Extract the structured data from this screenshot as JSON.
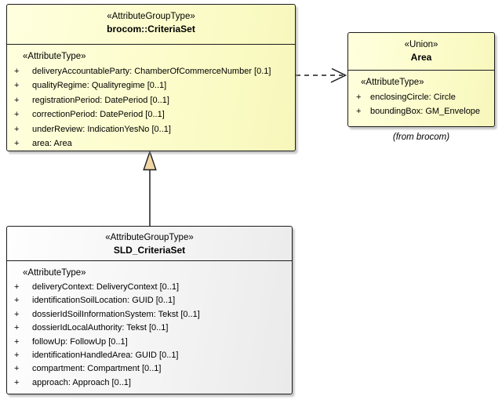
{
  "diagram": {
    "classes": {
      "criteria_set": {
        "stereotype": "«AttributeGroupType»",
        "name": "brocom::CriteriaSet",
        "section": "«AttributeType»",
        "attributes": [
          {
            "vis": "+",
            "text": "deliveryAccountableParty: ChamberOfCommerceNumber [0.1]"
          },
          {
            "vis": "+",
            "text": "qualityRegime: Qualityregime [0..1]"
          },
          {
            "vis": "+",
            "text": "registrationPeriod: DatePeriod [0..1]"
          },
          {
            "vis": "+",
            "text": "correctionPeriod: DatePeriod [0..1]"
          },
          {
            "vis": "+",
            "text": "underReview: IndicationYesNo [0..1]"
          },
          {
            "vis": "+",
            "text": "area: Area"
          }
        ]
      },
      "area": {
        "stereotype": "«Union»",
        "name": "Area",
        "section": "«AttributeType»",
        "attributes": [
          {
            "vis": "+",
            "text": "enclosingCircle: Circle"
          },
          {
            "vis": "+",
            "text": "boundingBox: GM_Envelope"
          }
        ],
        "note": "(from brocom)"
      },
      "sld_criteria_set": {
        "stereotype": "«AttributeGroupType»",
        "name": "SLD_CriteriaSet",
        "section": "«AttributeType»",
        "attributes": [
          {
            "vis": "+",
            "text": "deliveryContext: DeliveryContext [0..1]"
          },
          {
            "vis": "+",
            "text": "identificationSoilLocation: GUID [0..1]"
          },
          {
            "vis": "+",
            "text": "dossierIdSoilInformationSystem: Tekst [0..1]"
          },
          {
            "vis": "+",
            "text": "dossierIdLocalAuthority: Tekst [0..1]"
          },
          {
            "vis": "+",
            "text": "followUp: FollowUp [0..1]"
          },
          {
            "vis": "+",
            "text": "identificationHandledArea: GUID [0..1]"
          },
          {
            "vis": "+",
            "text": "compartment: Compartment [0..1]"
          },
          {
            "vis": "+",
            "text": "approach: Approach [0..1]"
          }
        ]
      }
    },
    "connectors": [
      {
        "type": "generalization",
        "source": "SLD_CriteriaSet",
        "target": "brocom::CriteriaSet"
      },
      {
        "type": "dependency",
        "source": "brocom::CriteriaSet",
        "target": "Area"
      }
    ],
    "colors": {
      "class_fill_yellow": "#FCFCCB",
      "class_fill_gray": "#F2F2F2",
      "border": "#1C1C1C",
      "generalization_head_fill": "#EFD6A4",
      "background": "#FFFFFF"
    }
  }
}
